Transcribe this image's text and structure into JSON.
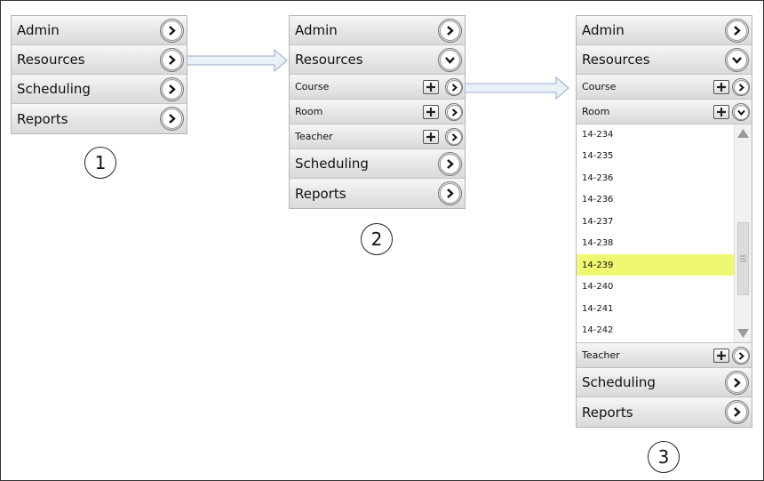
{
  "panel1": {
    "items": [
      "Admin",
      "Resources",
      "Scheduling",
      "Reports"
    ]
  },
  "panel2": {
    "top": [
      "Admin",
      "Resources"
    ],
    "sub": [
      "Course",
      "Room",
      "Teacher"
    ],
    "bottom": [
      "Scheduling",
      "Reports"
    ]
  },
  "panel3": {
    "top": [
      "Admin",
      "Resources"
    ],
    "sub_top": [
      "Course",
      "Room"
    ],
    "list": [
      "14-234",
      "14-235",
      "14-236",
      "14-236",
      "14-237",
      "14-238",
      "14-239",
      "14-240",
      "14-241",
      "14-242"
    ],
    "selected_item": "14-239",
    "sub_bottom": [
      "Teacher"
    ],
    "bottom": [
      "Scheduling",
      "Reports"
    ]
  },
  "steps": [
    "1",
    "2",
    "3"
  ],
  "colors": {
    "highlight": "#eef870",
    "arrow_fill": "#eaf0f8",
    "arrow_stroke": "#9aabc8"
  },
  "icons": {
    "collapsed": "chevron-right-icon",
    "expanded": "chevron-down-icon",
    "add": "plus-icon"
  }
}
